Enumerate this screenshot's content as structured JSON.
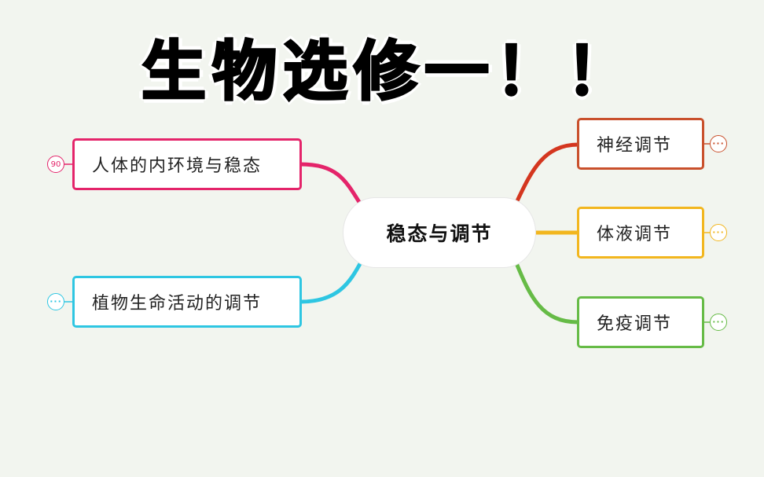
{
  "headline": "生物选修一！！",
  "center_topic": "稳态与调节",
  "left_branches": [
    {
      "label": "人体的内环境与稳态",
      "color": "#e4246a",
      "badge": "90"
    },
    {
      "label": "植物生命活动的调节",
      "color": "#2ec6e2",
      "badge": "···"
    }
  ],
  "right_branches": [
    {
      "label": "神经调节",
      "color": "#c9502c",
      "badge": "···"
    },
    {
      "label": "体液调节",
      "color": "#f2b61e",
      "badge": "···"
    },
    {
      "label": "免疫调节",
      "color": "#66bb46",
      "badge": "···"
    }
  ]
}
